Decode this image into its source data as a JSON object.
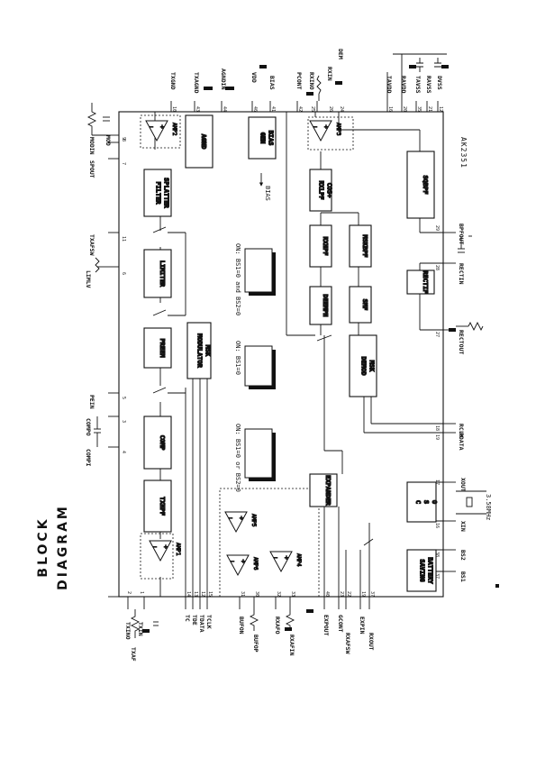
{
  "title": "BLOCK DIAGRAM",
  "chip_label": "AK2351",
  "colors": {
    "line": "#111111",
    "paper": "#ffffff",
    "shade": "#000000"
  },
  "blocks": [
    {
      "id": "agnd",
      "label": "AGND"
    },
    {
      "id": "bias_gen",
      "label": "BIAS GEN"
    },
    {
      "id": "cos_rxlpf",
      "label": "COS+ RXLPF"
    },
    {
      "id": "sqbpf",
      "label": "SQBPF"
    },
    {
      "id": "splatter",
      "label": "SPLATTER FILTER"
    },
    {
      "id": "limiter",
      "label": "LIMITER"
    },
    {
      "id": "preem",
      "label": "PREEM"
    },
    {
      "id": "msk_mod",
      "label": "MSK MODULATOR"
    },
    {
      "id": "comp",
      "label": "COMP"
    },
    {
      "id": "txhpf",
      "label": "TXHPF"
    },
    {
      "id": "rxhpf",
      "label": "RXHPF"
    },
    {
      "id": "mskbpf",
      "label": "MSKBPF"
    },
    {
      "id": "deemph",
      "label": "DEEMPH"
    },
    {
      "id": "smf",
      "label": "SMF"
    },
    {
      "id": "rectif",
      "label": "RECTIF"
    },
    {
      "id": "msk_demod",
      "label": "MSK DEMOD"
    },
    {
      "id": "expander",
      "label": "EXPANDER"
    },
    {
      "id": "osc",
      "label": "O S C"
    },
    {
      "id": "battery",
      "label": "BATTERY SAVING"
    }
  ],
  "amps": [
    {
      "id": "amp1",
      "label": "AMP1"
    },
    {
      "id": "amp2",
      "label": "AMP2"
    },
    {
      "id": "amp3",
      "label": "AMP3"
    },
    {
      "id": "amp4",
      "label": "AMP4"
    },
    {
      "id": "amp5",
      "label": "AMP5"
    },
    {
      "id": "amp6",
      "label": "AMP6"
    }
  ],
  "notes": [
    "ON: BS1=0 and BS2=0",
    "ON: BS1=0",
    "ON: BS1=0 or BS2=0"
  ],
  "pins": [
    {
      "id": "mod",
      "name": "MOD",
      "num": "9"
    },
    {
      "id": "modin",
      "name": "MODIN",
      "num": "8"
    },
    {
      "id": "spout",
      "name": "SPOUT",
      "num": "7"
    },
    {
      "id": "txafsw",
      "name": "TXAFSW",
      "num": "11"
    },
    {
      "id": "lim",
      "name": "LIMLV",
      "num": "6"
    },
    {
      "id": "pein",
      "name": "PEIN",
      "num": "5"
    },
    {
      "id": "compo",
      "name": "COMPO",
      "num": "3"
    },
    {
      "id": "compi",
      "name": "COMPI",
      "num": "4"
    },
    {
      "id": "txino",
      "name": "TXINO",
      "num": "2"
    },
    {
      "id": "txin",
      "name": "TXIN",
      "num": "1"
    },
    {
      "id": "txaf",
      "name": "TXAF",
      "num": ""
    },
    {
      "id": "tc",
      "name": "TC",
      "num": "14"
    },
    {
      "id": "tde",
      "name": "TDE",
      "num": "13"
    },
    {
      "id": "tdata",
      "name": "TDATA",
      "num": "12"
    },
    {
      "id": "tclk",
      "name": "TCLK",
      "num": "15"
    },
    {
      "id": "bufon",
      "name": "BUFON",
      "num": "31"
    },
    {
      "id": "bufop",
      "name": "BUFOP",
      "num": "30"
    },
    {
      "id": "rxafo",
      "name": "RXAFO",
      "num": "32"
    },
    {
      "id": "rxafin",
      "name": "RXAFIN",
      "num": "33"
    },
    {
      "id": "expout",
      "name": "EXPOUT",
      "num": "40"
    },
    {
      "id": "gcont",
      "name": "GCONT",
      "num": "23"
    },
    {
      "id": "rxafsw",
      "name": "RXAFSW",
      "num": "22"
    },
    {
      "id": "expin",
      "name": "EXPIN",
      "num": "19"
    },
    {
      "id": "rxout",
      "name": "RXOUT",
      "num": "37"
    },
    {
      "id": "txgnd",
      "name": "TXGND",
      "num": "10"
    },
    {
      "id": "txagnd",
      "name": "TXAGND",
      "num": "43"
    },
    {
      "id": "agndin",
      "name": "AGNDIN",
      "num": "44"
    },
    {
      "id": "vdd",
      "name": "VDD",
      "num": "46"
    },
    {
      "id": "bias",
      "name": "BIAS",
      "num": "41"
    },
    {
      "id": "pcont",
      "name": "PCONT",
      "num": "42"
    },
    {
      "id": "rxino",
      "name": "RXINO",
      "num": "25"
    },
    {
      "id": "rxin",
      "name": "RXIN",
      "num": "26"
    },
    {
      "id": "dem",
      "name": "DEM",
      "num": "24"
    },
    {
      "id": "tavdd",
      "name": "TAVDD",
      "num": "16"
    },
    {
      "id": "ravdd",
      "name": "RAVDD",
      "num": "20"
    },
    {
      "id": "tavss",
      "name": "TAVSS",
      "num": "35"
    },
    {
      "id": "ravss",
      "name": "RAVSS",
      "num": "21"
    },
    {
      "id": "dvss",
      "name": "DVSS",
      "num": "12"
    },
    {
      "id": "bpfout",
      "name": "BPFOUT",
      "num": "29"
    },
    {
      "id": "rectin",
      "name": "RECTIN",
      "num": "28"
    },
    {
      "id": "rectout",
      "name": "RECTOUT",
      "num": "27"
    },
    {
      "id": "rclk",
      "name": "RCLK",
      "num": "18"
    },
    {
      "id": "rdata",
      "name": "RDATA",
      "num": "19"
    },
    {
      "id": "xout",
      "name": "XOUT",
      "num": "17"
    },
    {
      "id": "xin",
      "name": "XIN",
      "num": "16"
    },
    {
      "id": "bs2",
      "name": "BS2",
      "num": "38"
    },
    {
      "id": "bs1",
      "name": "BS1",
      "num": "37"
    }
  ],
  "crystal": "3.58MHz",
  "signal_labels": {
    "bias_out": "BIAS"
  }
}
